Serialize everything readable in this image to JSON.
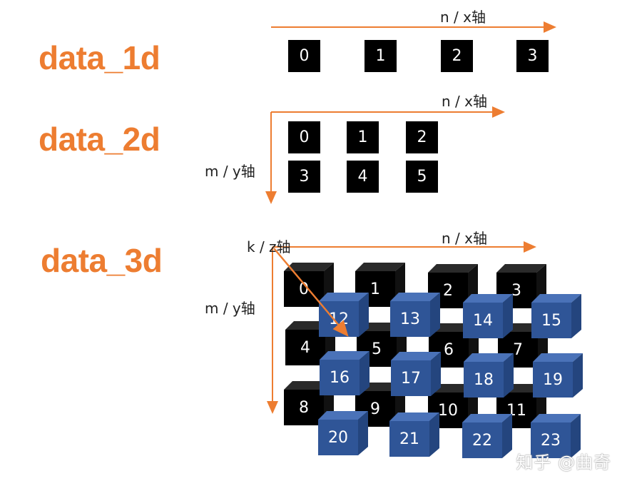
{
  "titles": {
    "d1": "data_1d",
    "d2": "data_2d",
    "d3": "data_3d"
  },
  "axes": {
    "x_label": "n / x轴",
    "y_label": "m / y轴",
    "z_label": "k / z轴"
  },
  "data_1d": [
    "0",
    "1",
    "2",
    "3"
  ],
  "data_2d": [
    [
      "0",
      "1",
      "2"
    ],
    [
      "3",
      "4",
      "5"
    ]
  ],
  "data_3d": {
    "back_layer": [
      "0",
      "1",
      "2",
      "3",
      "4",
      "5",
      "6",
      "7",
      "8",
      "9",
      "10",
      "11"
    ],
    "front_layer": [
      "12",
      "13",
      "14",
      "15",
      "16",
      "17",
      "18",
      "19",
      "20",
      "21",
      "22",
      "23"
    ]
  },
  "watermark": "知乎 @曲奇",
  "colors": {
    "title": "#ED7D31",
    "arrow": "#ED7D31",
    "cube_blue": "#2F5597",
    "cube_black": "#000000"
  }
}
